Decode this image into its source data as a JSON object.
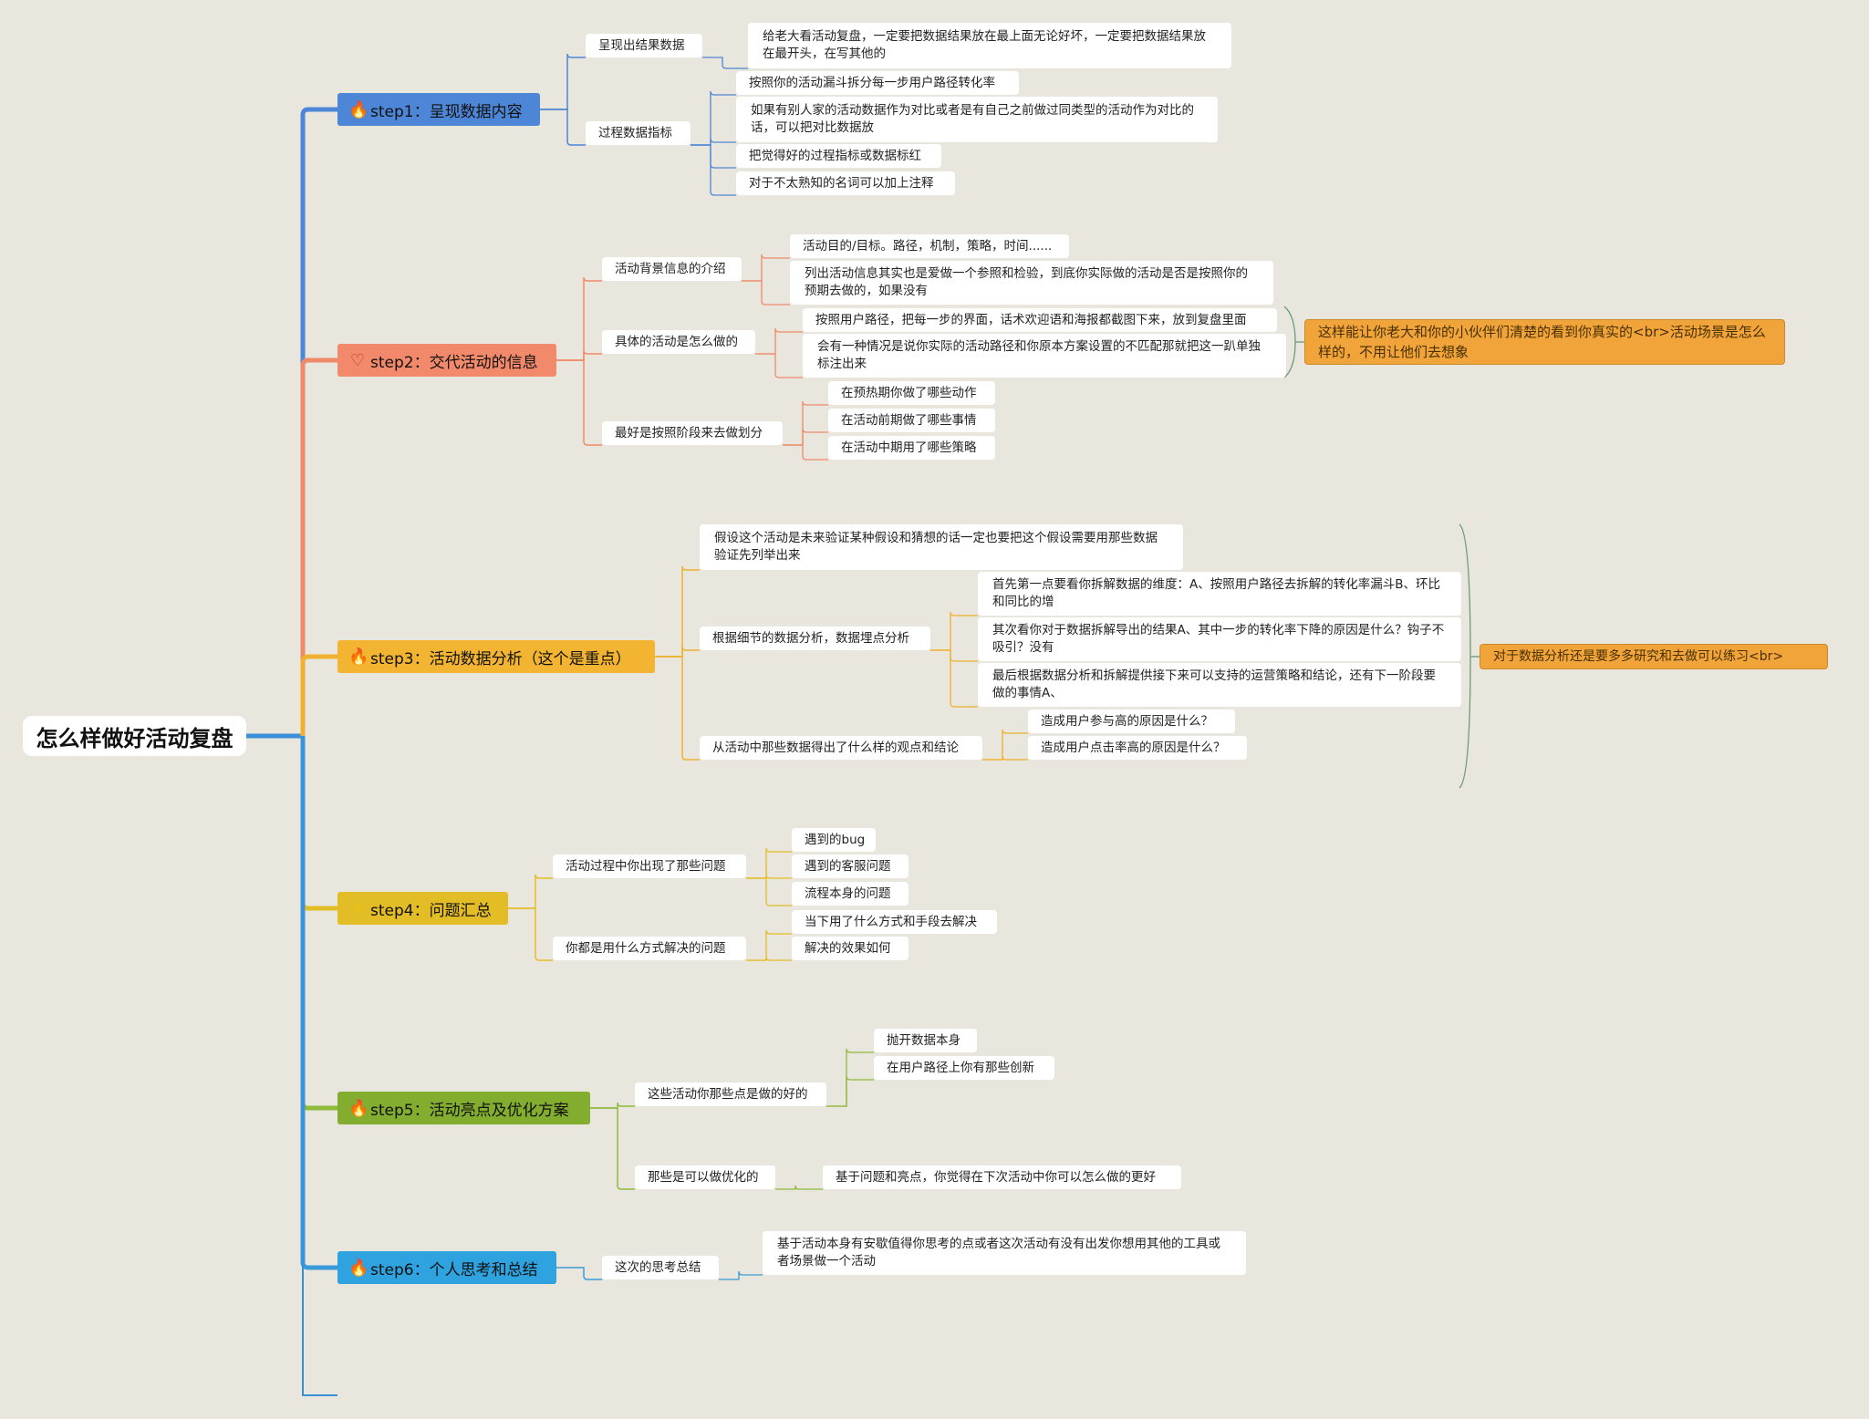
{
  "root": {
    "title": "怎么样做好活动复盘"
  },
  "steps": [
    {
      "label": "step1：呈现数据内容",
      "color": "#4d86d6",
      "line": "#4d86d6",
      "icon": "fire-icon",
      "children": [
        {
          "label": "呈现出结果数据",
          "children": [
            {
              "label": "给老大看活动复盘，一定要把数据结果放在最上面无论好坏，一定要把数据结果放在最开头，在写其他的"
            }
          ]
        },
        {
          "label": "过程数据指标",
          "children": [
            {
              "label": "按照你的活动漏斗拆分每一步用户路径转化率"
            },
            {
              "label": "如果有别人家的活动数据作为对比或者是有自己之前做过同类型的活动作为对比的话，可以把对比数据放"
            },
            {
              "label": "把觉得好的过程指标或数据标红"
            },
            {
              "label": "对于不太熟知的名词可以加上注释"
            }
          ]
        }
      ]
    },
    {
      "label": "step2：交代活动的信息",
      "color": "#f2896a",
      "line": "#ef8a6a",
      "icon": "heart-icon",
      "children": [
        {
          "label": "活动背景信息的介绍",
          "children": [
            {
              "label": "活动目的/目标。路径，机制，策略，时间......"
            },
            {
              "label": "列出活动信息其实也是爱做一个参照和检验，到底你实际做的活动是否是按照你的预期去做的，如果没有"
            }
          ]
        },
        {
          "label": "具体的活动是怎么做的",
          "children": [
            {
              "label": "按照用户路径，把每一步的界面，话术欢迎语和海报都截图下来，放到复盘里面"
            },
            {
              "label": "会有一种情况是说你实际的活动路径和你原本方案设置的不匹配那就把这一趴单独标注出来"
            }
          ]
        },
        {
          "label": "最好是按照阶段来去做划分",
          "children": [
            {
              "label": "在预热期你做了哪些动作"
            },
            {
              "label": "在活动前期做了哪些事情"
            },
            {
              "label": "在活动中期用了哪些策略"
            }
          ]
        }
      ]
    },
    {
      "label": "step3：活动数据分析（这个是重点）",
      "color": "#f2b431",
      "line": "#efb12f",
      "icon": "fire-icon",
      "children": [
        {
          "label": "假设这个活动是未来验证某种假设和猜想的话一定也要把这个假设需要用那些数据验证先列举出来",
          "children": []
        },
        {
          "label": "根据细节的数据分析，数据埋点分析",
          "children": [
            {
              "label": "首先第一点要看你拆解数据的维度：A、按照用户路径去拆解的转化率漏斗B、环比和同比的增"
            },
            {
              "label": "其次看你对于数据拆解导出的结果A、其中一步的转化率下降的原因是什么？钩子不吸引？没有"
            },
            {
              "label": "最后根据数据分析和拆解提供接下来可以支持的运营策略和结论，还有下一阶段要做的事情A、"
            }
          ]
        },
        {
          "label": "从活动中那些数据得出了什么样的观点和结论",
          "children": [
            {
              "label": "造成用户参与高的原因是什么？"
            },
            {
              "label": "造成用户点击率高的原因是什么？"
            }
          ]
        }
      ]
    },
    {
      "label": "step4：问题汇总",
      "color": "#e3bd25",
      "line": "#e3bd25",
      "icon": "star-icon",
      "children": [
        {
          "label": "活动过程中你出现了那些问题",
          "children": [
            {
              "label": "遇到的bug"
            },
            {
              "label": "遇到的客服问题"
            },
            {
              "label": "流程本身的问题"
            }
          ]
        },
        {
          "label": "你都是用什么方式解决的问题",
          "children": [
            {
              "label": "当下用了什么方式和手段去解决"
            },
            {
              "label": "解决的效果如何"
            }
          ]
        }
      ]
    },
    {
      "label": "step5：活动亮点及优化方案",
      "color": "#82ad2e",
      "line": "#8fba3b",
      "icon": "fire-icon",
      "children": [
        {
          "label": "这些活动你那些点是做的好的",
          "children": [
            {
              "label": "抛开数据本身"
            },
            {
              "label": "在用户路径上你有那些创新"
            }
          ]
        },
        {
          "label": "那些是可以做优化的",
          "children": [
            {
              "label": "基于问题和亮点，你觉得在下次活动中你可以怎么做的更好"
            }
          ]
        }
      ]
    },
    {
      "label": "step6：个人思考和总结",
      "color": "#2fa3e0",
      "line": "#3a9ad9",
      "icon": "fire-icon",
      "children": [
        {
          "label": "这次的思考总结",
          "children": [
            {
              "label": "基于活动本身有安歇值得你思考的点或者这次活动有没有出发你想用其他的工具或者场景做一个活动"
            }
          ]
        }
      ]
    }
  ],
  "notes": [
    {
      "text": "这样能让你老大和你的小伙伴们清楚的看到你真实的<br>活动场景是怎么样的，不用让他们去想象"
    },
    {
      "text": "对于数据分析还是要多多研究和去做可以练习<br>"
    }
  ]
}
